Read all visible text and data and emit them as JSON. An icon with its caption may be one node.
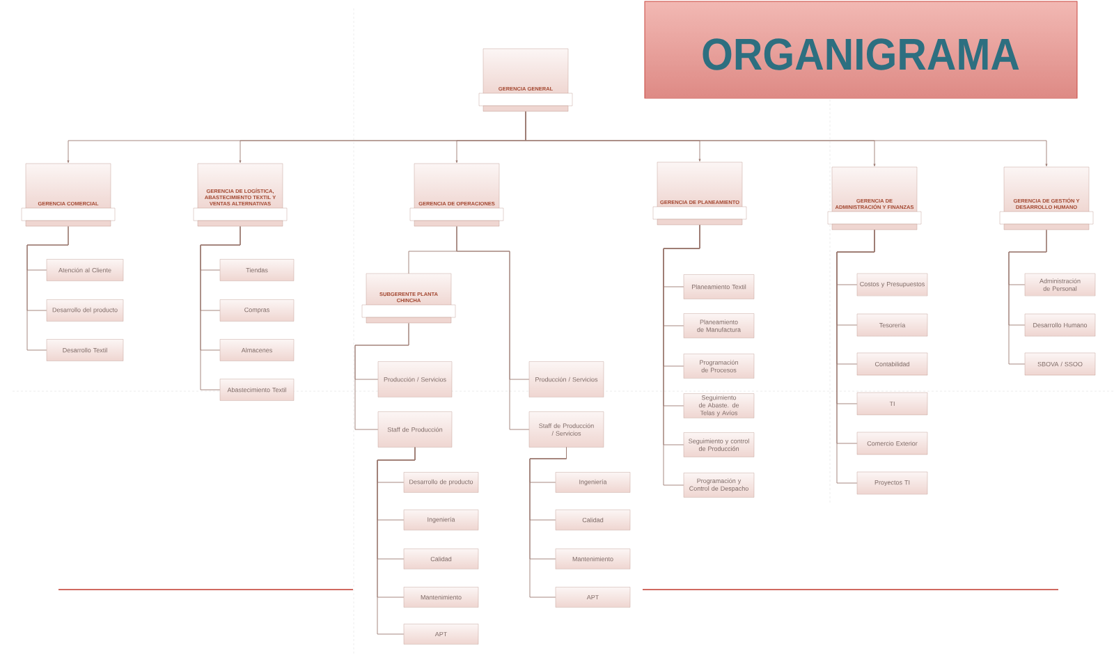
{
  "diagram": {
    "title": "ORGANIGRAMA",
    "nodes": [
      {
        "text": [
          "GERENCIA GENERAL"
        ]
      },
      {
        "text": [
          "GERENCIA COMERCIAL"
        ]
      },
      {
        "text": [
          "GERENCIA DE LOGÍSTICA, ABASTECIMIENTO TEXTIL Y VENTAS ALTERNATIVAS"
        ]
      },
      {
        "text": [
          "GERENCIA DE OPERACIONES"
        ]
      },
      {
        "text": [
          "GERENCIA DE PLANEAMIENTO"
        ]
      },
      {
        "text": [
          "GERENCIA DE ADMINISTRACIÓN Y FINANZAS"
        ]
      },
      {
        "text": [
          "GERENCIA DE GESTIÓN Y DESARROLLO HUMANO"
        ]
      },
      {
        "text": [
          "Atención al Cliente"
        ]
      },
      {
        "text": [
          "Desarrollo del producto"
        ]
      },
      {
        "text": [
          "Desarrollo Textil"
        ]
      },
      {
        "text": [
          "Tiendas"
        ]
      },
      {
        "text": [
          "Compras"
        ]
      },
      {
        "text": [
          "Almacenes"
        ]
      },
      {
        "text": [
          "Abastecimiento Textil"
        ]
      },
      {
        "text": [
          "SUBGERENTE PLANTA CHINCHA"
        ]
      },
      {
        "text": [
          "Producción / Servicios"
        ]
      },
      {
        "text": [
          "Staff de Producción"
        ]
      },
      {
        "text": [
          "Desarrollo de producto"
        ]
      },
      {
        "text": [
          "Ingeniería"
        ]
      },
      {
        "text": [
          "Calidad"
        ]
      },
      {
        "text": [
          "Mantenimiento"
        ]
      },
      {
        "text": [
          "APT"
        ]
      },
      {
        "text": [
          "Producción / Servicios"
        ]
      },
      {
        "text": [
          "Staff de Producción / Servicios"
        ]
      },
      {
        "text": [
          "Ingeniería"
        ]
      },
      {
        "text": [
          "Calidad"
        ]
      },
      {
        "text": [
          "Mantenimiento"
        ]
      },
      {
        "text": [
          "APT"
        ]
      },
      {
        "text": [
          "Planeamiento Textil"
        ]
      },
      {
        "text": [
          "Planeamiento de Manufactura"
        ]
      },
      {
        "text": [
          "Programación de Procesos"
        ]
      },
      {
        "text": [
          "Seguimiento de Abaste. de Telas y Avíos"
        ]
      },
      {
        "text": [
          "Seguimiento y control de Producción"
        ]
      },
      {
        "text": [
          "Programación y Control de Despacho"
        ]
      },
      {
        "text": [
          "Costos y Presupuestos"
        ]
      },
      {
        "text": [
          "Tesorería"
        ]
      },
      {
        "text": [
          "Contabilidad"
        ]
      },
      {
        "text": [
          "TI"
        ]
      },
      {
        "text": [
          "Comercio Exterior"
        ]
      },
      {
        "text": [
          "Proyectos TI"
        ]
      },
      {
        "text": [
          "Administración de Personal"
        ]
      },
      {
        "text": [
          "Desarrollo Humano"
        ]
      },
      {
        "text": [
          "SBOVA / SSOO"
        ]
      }
    ],
    "edges": [
      {
        "from": 0,
        "to": 1,
        "arrow": "to"
      },
      {
        "from": 0,
        "to": 2,
        "arrow": "to"
      },
      {
        "from": 0,
        "to": 3,
        "arrow": "to"
      },
      {
        "from": 0,
        "to": 4,
        "arrow": "to"
      },
      {
        "from": 0,
        "to": 5,
        "arrow": "to"
      },
      {
        "from": 0,
        "to": 6,
        "arrow": "to"
      },
      {
        "from": 1,
        "to": 7,
        "arrow": "none"
      },
      {
        "from": 1,
        "to": 8,
        "arrow": "none"
      },
      {
        "from": 1,
        "to": 9,
        "arrow": "none"
      },
      {
        "from": 2,
        "to": 10,
        "arrow": "none"
      },
      {
        "from": 2,
        "to": 11,
        "arrow": "none"
      },
      {
        "from": 2,
        "to": 12,
        "arrow": "none"
      },
      {
        "from": 2,
        "to": 13,
        "arrow": "none"
      },
      {
        "from": 3,
        "to": 14,
        "arrow": "none"
      },
      {
        "from": 14,
        "to": 15,
        "arrow": "none"
      },
      {
        "from": 14,
        "to": 16,
        "arrow": "none"
      },
      {
        "from": 16,
        "to": 17,
        "arrow": "none"
      },
      {
        "from": 16,
        "to": 18,
        "arrow": "none"
      },
      {
        "from": 16,
        "to": 19,
        "arrow": "none"
      },
      {
        "from": 16,
        "to": 20,
        "arrow": "none"
      },
      {
        "from": 16,
        "to": 21,
        "arrow": "none"
      },
      {
        "from": 3,
        "to": 22,
        "arrow": "none"
      },
      {
        "from": 3,
        "to": 23,
        "arrow": "none"
      },
      {
        "from": 23,
        "to": 24,
        "arrow": "none"
      },
      {
        "from": 23,
        "to": 25,
        "arrow": "none"
      },
      {
        "from": 23,
        "to": 26,
        "arrow": "none"
      },
      {
        "from": 23,
        "to": 27,
        "arrow": "none"
      },
      {
        "from": 4,
        "to": 28,
        "arrow": "none"
      },
      {
        "from": 4,
        "to": 29,
        "arrow": "none"
      },
      {
        "from": 4,
        "to": 30,
        "arrow": "none"
      },
      {
        "from": 4,
        "to": 31,
        "arrow": "none"
      },
      {
        "from": 4,
        "to": 32,
        "arrow": "none"
      },
      {
        "from": 4,
        "to": 33,
        "arrow": "none"
      },
      {
        "from": 5,
        "to": 34,
        "arrow": "none"
      },
      {
        "from": 5,
        "to": 35,
        "arrow": "none"
      },
      {
        "from": 5,
        "to": 36,
        "arrow": "none"
      },
      {
        "from": 5,
        "to": 37,
        "arrow": "none"
      },
      {
        "from": 5,
        "to": 38,
        "arrow": "none"
      },
      {
        "from": 5,
        "to": 39,
        "arrow": "none"
      },
      {
        "from": 6,
        "to": 40,
        "arrow": "none"
      },
      {
        "from": 6,
        "to": 41,
        "arrow": "none"
      },
      {
        "from": 6,
        "to": 42,
        "arrow": "none"
      }
    ]
  }
}
